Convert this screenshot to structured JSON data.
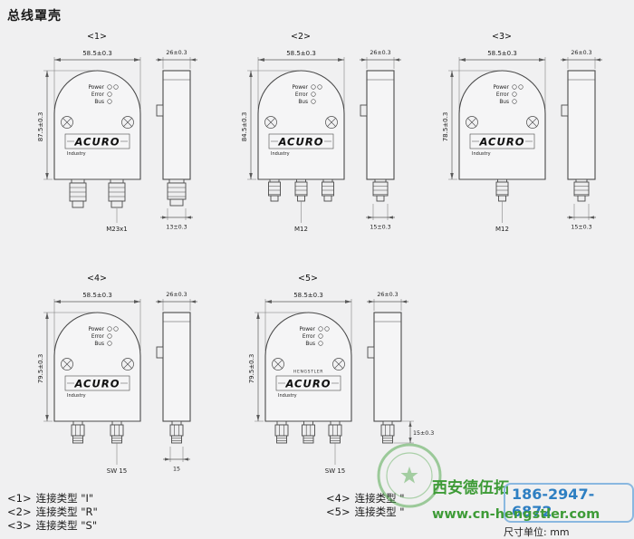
{
  "page": {
    "title": "总线罩壳",
    "unit_note": "尺寸单位: mm"
  },
  "labels": {
    "power": "Power",
    "error": "Error",
    "bus": "Bus",
    "logo": "ACURO",
    "logo_sub": "Industry",
    "brand_small": "HENGSTLER"
  },
  "drawings": [
    {
      "tag": "<1>",
      "width": "58.5±0.3",
      "height": "87.5±0.3",
      "side_width": "26±0.3",
      "conn_label": "M23x1",
      "side_bottom_dim": "13±0.3"
    },
    {
      "tag": "<2>",
      "width": "58.5±0.3",
      "height": "84.5±0.3",
      "side_width": "26±0.3",
      "conn_label": "M12",
      "side_bottom_dim": "15±0.3"
    },
    {
      "tag": "<3>",
      "width": "58.5±0.3",
      "height": "78.5±0.3",
      "side_width": "26±0.3",
      "conn_label": "M12",
      "side_bottom_dim": "15±0.3"
    },
    {
      "tag": "<4>",
      "width": "58.5±0.3",
      "height": "79.5±0.3",
      "side_width": "26±0.3",
      "conn_label": "SW 15",
      "side_bottom_dim": "15"
    },
    {
      "tag": "<5>",
      "width": "58.5±0.3",
      "height": "79.5±0.3",
      "side_width": "26±0.3",
      "conn_label": "SW 15",
      "side_right_dim": "15±0.3"
    }
  ],
  "legend": {
    "left": [
      {
        "tag": "<1>",
        "text": "连接类型 \"I\""
      },
      {
        "tag": "<2>",
        "text": "连接类型 \"R\""
      },
      {
        "tag": "<3>",
        "text": "连接类型 \"S\""
      }
    ],
    "right": [
      {
        "tag": "<4>",
        "text": "连接类型 \""
      },
      {
        "tag": "<5>",
        "text": "连接类型 \""
      }
    ]
  },
  "watermark": {
    "brand": "西安德伍拓",
    "phone": "186-2947-6872",
    "url": "www.cn-hengstler.com"
  }
}
